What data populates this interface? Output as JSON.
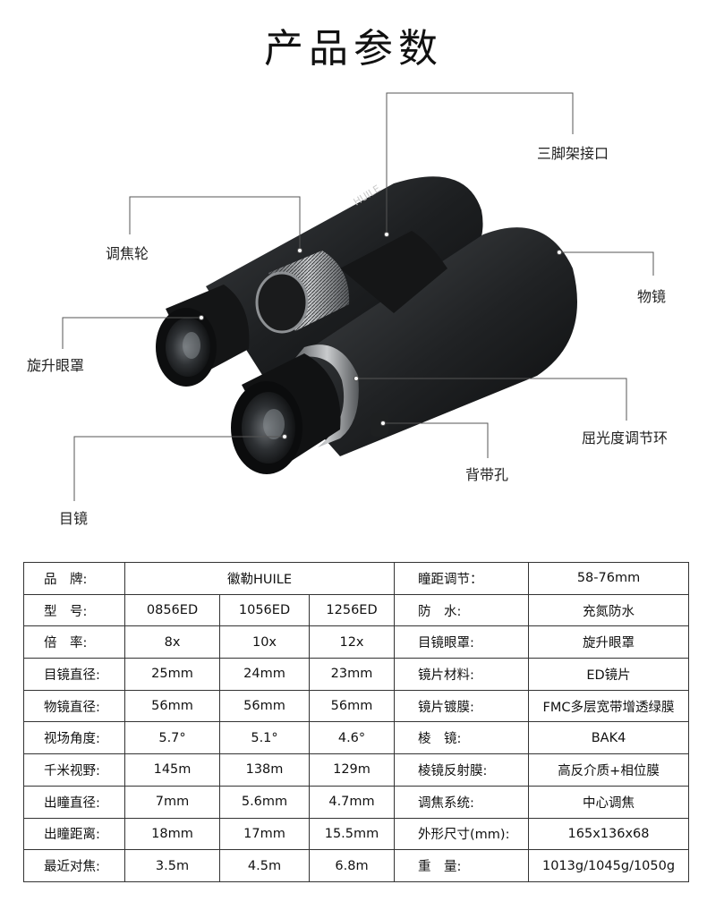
{
  "page": {
    "title": "产品参数"
  },
  "callouts": {
    "tripod": "三脚架接口",
    "focus_wheel": "调焦轮",
    "objective": "物镜",
    "eyecup": "旋升眼罩",
    "diopter": "屈光度调节环",
    "strap": "背带孔",
    "eyepiece": "目镜"
  },
  "product_print": {
    "brand_mark": "HUILE"
  },
  "specs": {
    "brand": {
      "label": "品　牌:",
      "value": "徽勒HUILE"
    },
    "model": {
      "label": "型　号:",
      "values": [
        "0856ED",
        "1056ED",
        "1256ED"
      ]
    },
    "rows": [
      {
        "label": "倍　率:",
        "values": [
          "8x",
          "10x",
          "12x"
        ]
      },
      {
        "label": "目镜直径:",
        "values": [
          "25mm",
          "24mm",
          "23mm"
        ]
      },
      {
        "label": "物镜直径:",
        "values": [
          "56mm",
          "56mm",
          "56mm"
        ]
      },
      {
        "label": "视场角度:",
        "values": [
          "5.7°",
          "5.1°",
          "4.6°"
        ]
      },
      {
        "label": "千米视野:",
        "values": [
          "145m",
          "138m",
          "129m"
        ]
      },
      {
        "label": "出瞳直径:",
        "values": [
          "7mm",
          "5.6mm",
          "4.7mm"
        ]
      },
      {
        "label": "出瞳距离:",
        "values": [
          "18mm",
          "17mm",
          "15.5mm"
        ]
      },
      {
        "label": "最近对焦:",
        "values": [
          "3.5m",
          "4.5m",
          "6.8m"
        ]
      }
    ],
    "right": [
      {
        "label": "瞳距调节：",
        "value": "58-76mm"
      },
      {
        "label": "防　水:",
        "value": "充氮防水"
      },
      {
        "label": "目镜眼罩:",
        "value": "旋升眼罩"
      },
      {
        "label": "镜片材料:",
        "value": "ED镜片"
      },
      {
        "label": "镜片镀膜:",
        "value": "FMC多层宽带增透绿膜"
      },
      {
        "label": "棱　镜:",
        "value": "BAK4"
      },
      {
        "label": "棱镜反射膜:",
        "value": "高反介质+相位膜"
      },
      {
        "label": "调焦系统:",
        "value": "中心调焦"
      },
      {
        "label": "外形尺寸(mm):",
        "value": "165x136x68"
      },
      {
        "label": "重　量:",
        "value": "1013g/1045g/1050g"
      }
    ]
  }
}
